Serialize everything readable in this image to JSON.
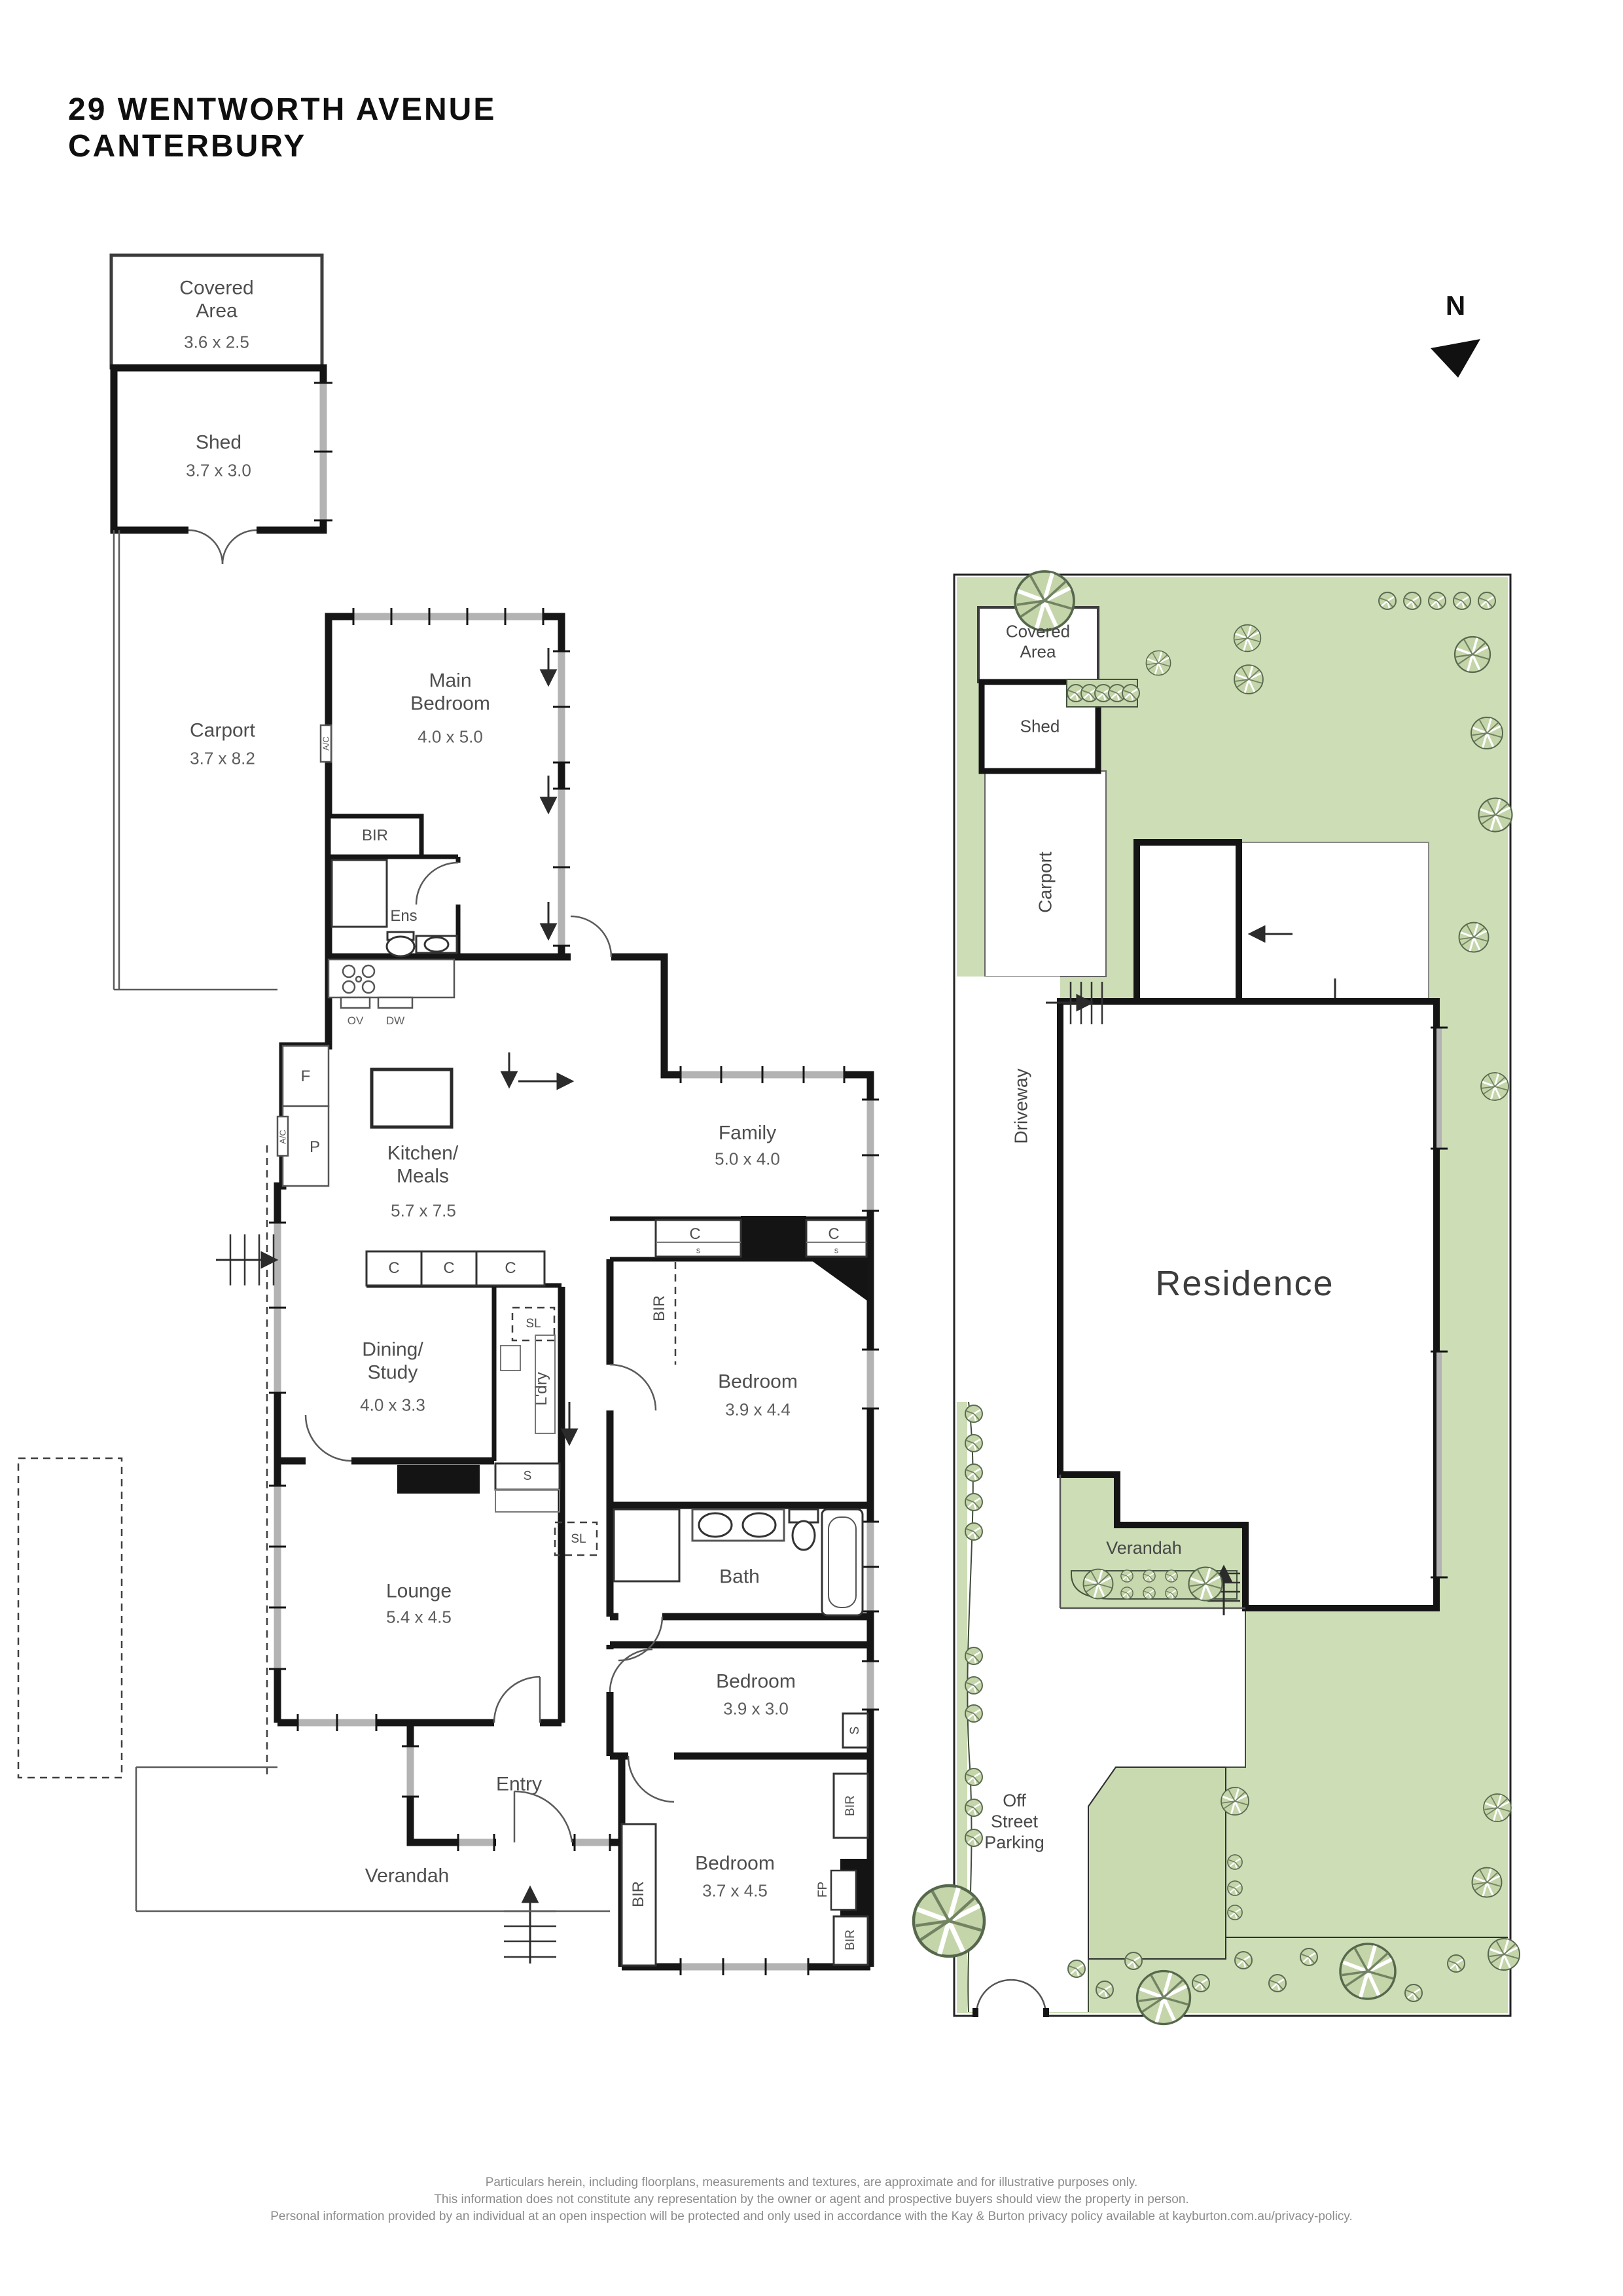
{
  "title": {
    "line1": "29 WENTWORTH AVENUE",
    "line2": "CANTERBURY"
  },
  "north_label": "N",
  "rooms": {
    "covered_area": {
      "name": "Covered\nArea",
      "dims": "3.6 x 2.5"
    },
    "shed": {
      "name": "Shed",
      "dims": "3.7 x 3.0"
    },
    "carport": {
      "name": "Carport",
      "dims": "3.7 x 8.2"
    },
    "main_bedroom": {
      "name": "Main\nBedroom",
      "dims": "4.0 x 5.0"
    },
    "kitchen_meals": {
      "name": "Kitchen/\nMeals",
      "dims": "5.7 x 7.5"
    },
    "family": {
      "name": "Family",
      "dims": "5.0 x 4.0"
    },
    "dining_study": {
      "name": "Dining/\nStudy",
      "dims": "4.0 x 3.3"
    },
    "bedroom2": {
      "name": "Bedroom",
      "dims": "3.9 x 4.4"
    },
    "lounge": {
      "name": "Lounge",
      "dims": "5.4 x 4.5"
    },
    "bath": {
      "name": "Bath"
    },
    "bedroom3": {
      "name": "Bedroom",
      "dims": "3.9 x 3.0"
    },
    "entry": {
      "name": "Entry"
    },
    "verandah": {
      "name": "Verandah"
    },
    "bedroom4": {
      "name": "Bedroom",
      "dims": "3.7 x 4.5"
    }
  },
  "abbr": {
    "bir": "BIR",
    "ens": "Ens",
    "ldry": "L'dry",
    "sl": "SL",
    "c": "C",
    "s": "S",
    "s_small": "s",
    "fp": "FP",
    "ov": "OV",
    "dw": "DW",
    "f": "F",
    "p": "P",
    "ac": "A/C"
  },
  "site": {
    "covered_area": "Covered\nArea",
    "shed": "Shed",
    "carport": "Carport",
    "driveway": "Driveway",
    "residence": "Residence",
    "verandah": "Verandah",
    "off_street_parking": "Off\nStreet\nParking"
  },
  "footer": {
    "line1": "Particulars herein, including floorplans, measurements and textures, are approximate and for illustrative purposes only.",
    "line2": "This information does not constitute any representation by the owner or agent and prospective buyers should view the property in person.",
    "line3": "Personal information provided by an individual at an open inspection will be protected and only used in accordance with the Kay & Burton privacy policy available at kayburton.com.au/privacy-policy."
  },
  "colors": {
    "wall": "#161616",
    "garden_green": "#cdddb6",
    "tree_green": "#c5d5aa",
    "window_gray": "#b3b3b3",
    "label_gray": "#4e4e4e"
  }
}
